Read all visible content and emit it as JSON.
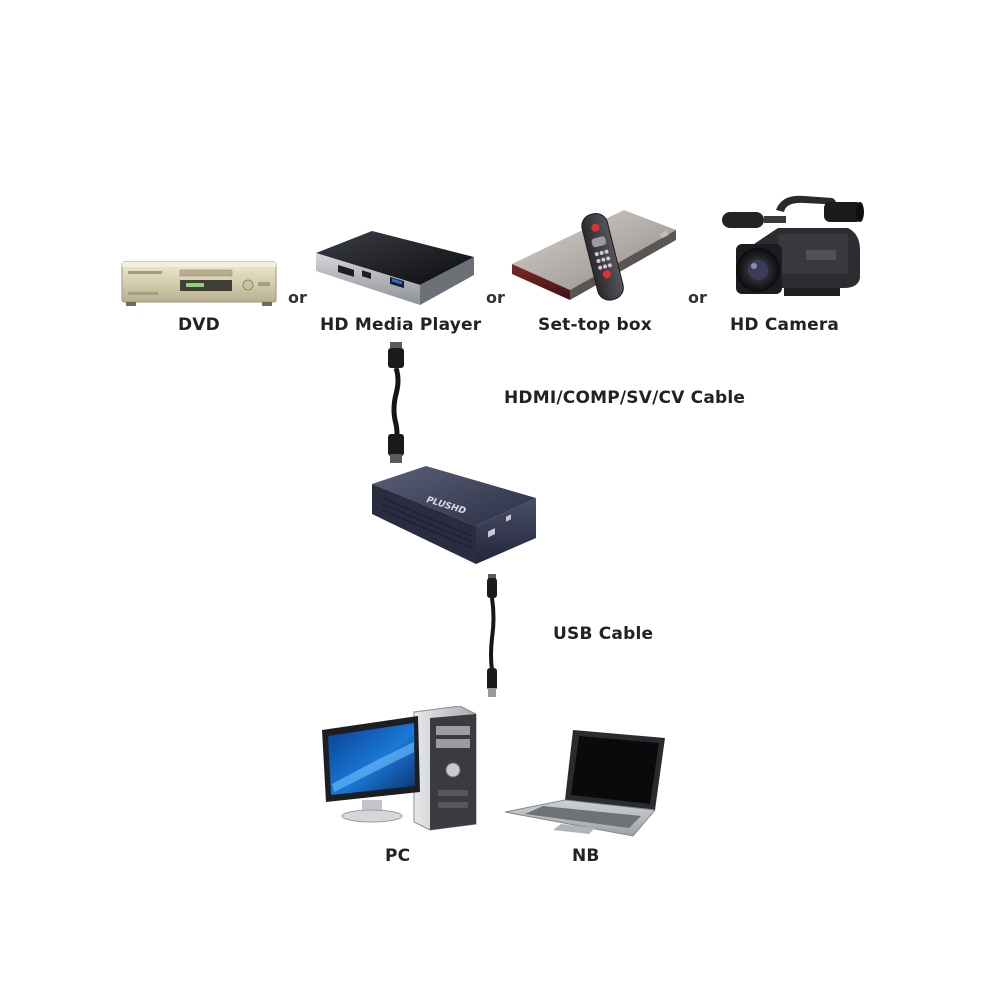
{
  "sources": {
    "dvd": "DVD",
    "media_player": "HD Media Player",
    "settop": "Set-top box",
    "camera": "HD Camera",
    "or": "or"
  },
  "cables": {
    "input": "HDMI/COMP/SV/CV Cable",
    "usb": "USB Cable"
  },
  "targets": {
    "pc": "PC",
    "nb": "NB"
  },
  "capture_device": {
    "brand": "PLUSHD"
  }
}
